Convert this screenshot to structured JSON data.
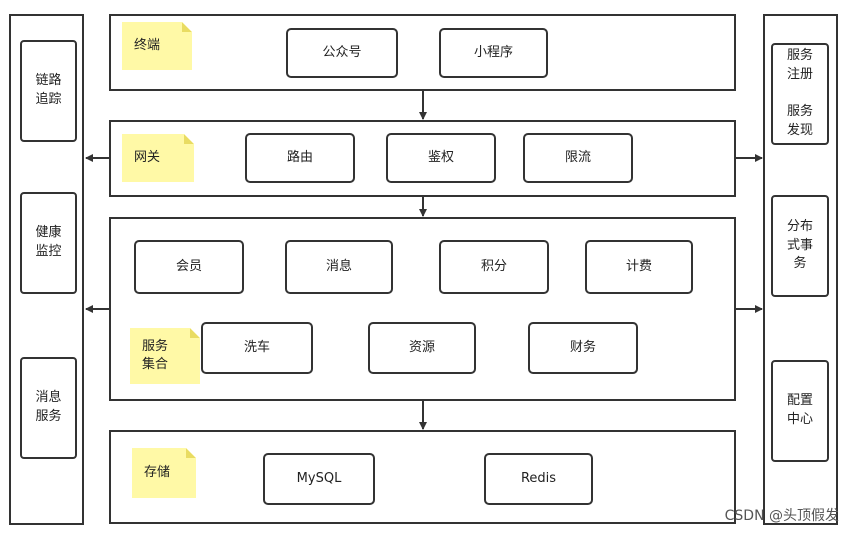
{
  "left_panel": {
    "items": [
      "链路\n追踪",
      "健康\n监控",
      "消息\n服务"
    ]
  },
  "right_panel": {
    "items": [
      "服务\n注册\n\n服务\n发现",
      "分布\n式事\n务",
      "配置\n中心"
    ]
  },
  "layers": {
    "terminal": {
      "note": "终端",
      "boxes": [
        "公众号",
        "小程序"
      ]
    },
    "gateway": {
      "note": "网关",
      "boxes": [
        "路由",
        "鉴权",
        "限流"
      ]
    },
    "services": {
      "note": "服务\n集合",
      "row1": [
        "会员",
        "消息",
        "积分",
        "计费"
      ],
      "row2": [
        "洗车",
        "资源",
        "财务"
      ]
    },
    "storage": {
      "note": "存储",
      "boxes": [
        "MySQL",
        "Redis"
      ]
    }
  },
  "watermark": "CSDN @头顶假发"
}
